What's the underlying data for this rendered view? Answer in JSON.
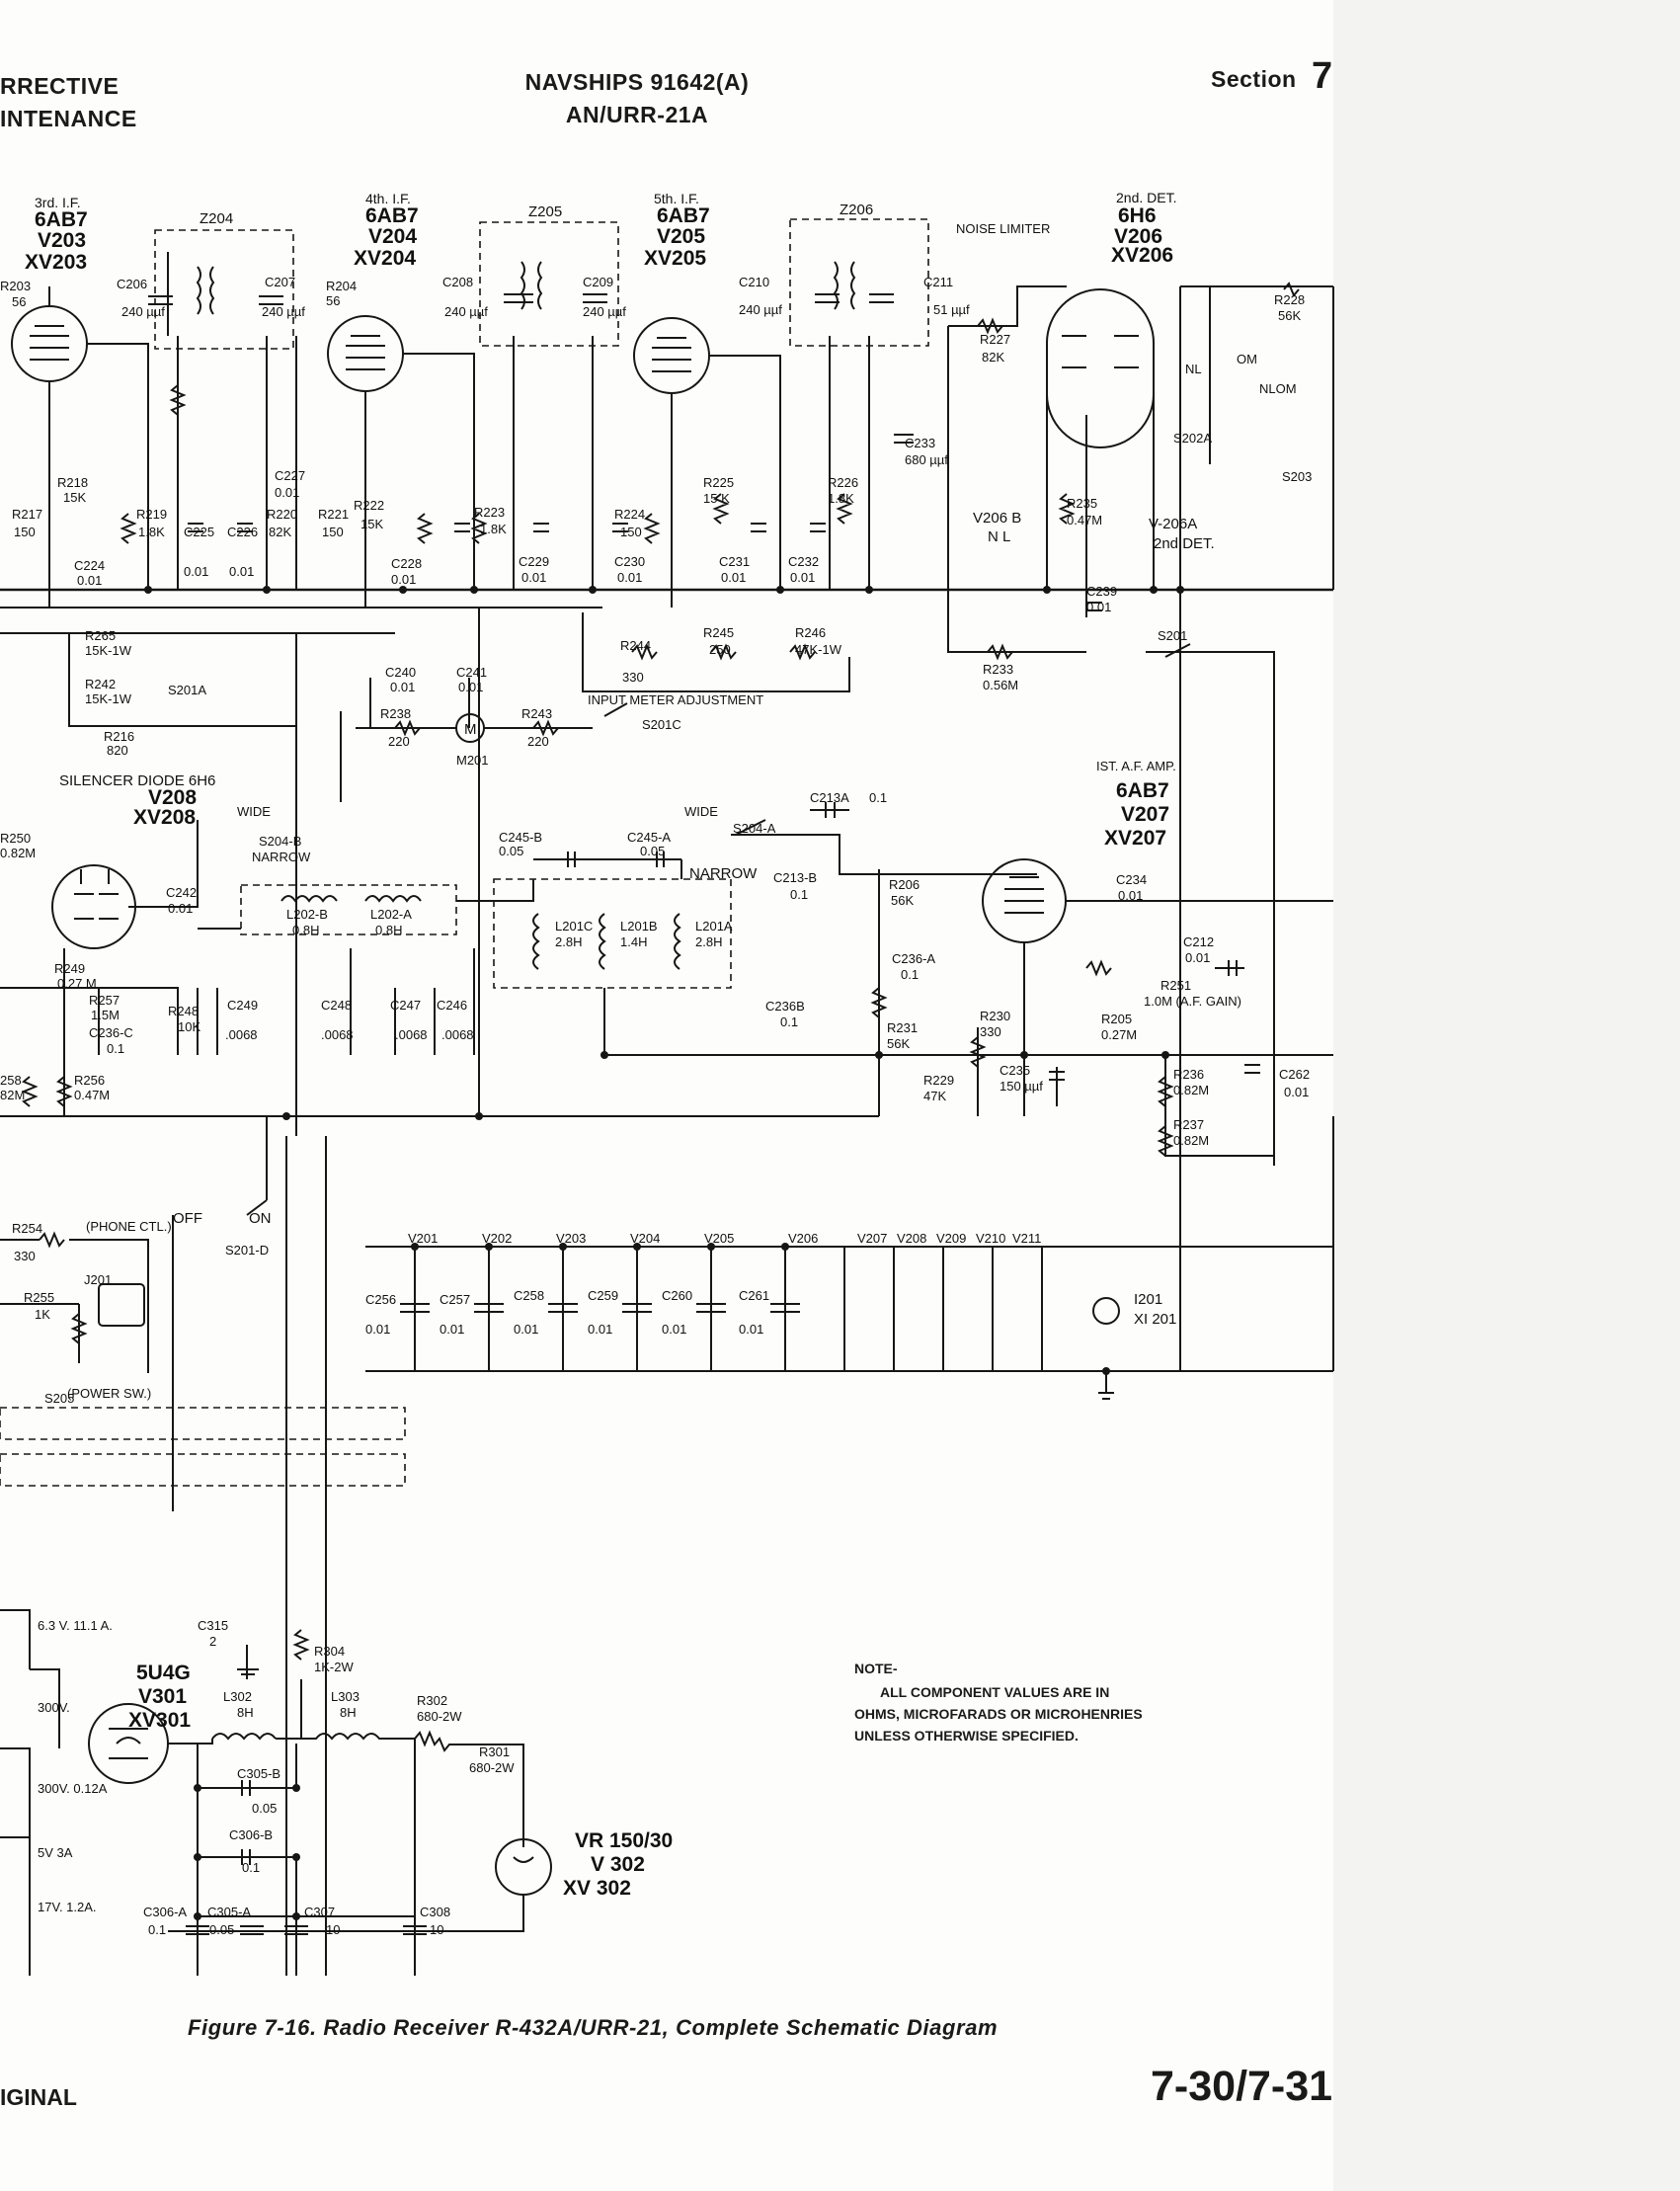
{
  "header": {
    "left_line1": "RRECTIVE",
    "left_line2": "INTENANCE",
    "center_line1": "NAVSHIPS 91642(A)",
    "center_line2": "AN/URR-21A",
    "section_label": "Section",
    "section_number": "7"
  },
  "footer": {
    "left": "IGINAL",
    "caption": "Figure 7-16. Radio Receiver R-432A/URR-21, Complete Schematic Diagram",
    "page_number": "7-30/7-31"
  },
  "note": {
    "title": "NOTE-",
    "lines": [
      "ALL COMPONENT VALUES ARE IN",
      "OHMS, MICROFARADS OR MICROHENRIES",
      "UNLESS OTHERWISE SPECIFIED."
    ]
  },
  "tubes": [
    {
      "stage": "3rd. I.F.",
      "type": "6AB7",
      "ref": "V203",
      "socket": "XV203"
    },
    {
      "stage": "4th. I.F.",
      "type": "6AB7",
      "ref": "V204",
      "socket": "XV204"
    },
    {
      "stage": "5th. I.F.",
      "type": "6AB7",
      "ref": "V205",
      "socket": "XV205"
    },
    {
      "stage": "2nd. DET.",
      "type": "6H6",
      "ref": "V206",
      "socket": "XV206"
    },
    {
      "stage": "SILENCER DIODE 6H6",
      "type": "",
      "ref": "V208",
      "socket": "XV208"
    },
    {
      "stage": "IST. A.F. AMP.",
      "type": "6AB7",
      "ref": "V207",
      "socket": "XV207"
    },
    {
      "stage": "",
      "type": "5U4G",
      "ref": "V301",
      "socket": "XV301"
    },
    {
      "stage": "",
      "type": "VR 150/30",
      "ref": "V 302",
      "socket": "XV 302"
    }
  ],
  "transformers": [
    "Z204",
    "Z205",
    "Z206"
  ],
  "labels": {
    "noise_limiter": "NOISE LIMITER",
    "input_meter": "INPUT METER ADJUSTMENT",
    "wide": "WIDE",
    "narrow": "NARROW",
    "off": "OFF",
    "on": "ON",
    "nl": "NL",
    "om": "OM",
    "nlom": "NLOM",
    "v206b": "V206 B",
    "v206b_nl": "N L",
    "v206a": "V-206A",
    "v206a_det": "2nd DET.",
    "phone_ctl": "(PHONE CTL.)",
    "power_sw": "(POWER SW.)",
    "heater_list": [
      "V201",
      "V202",
      "V203",
      "V204",
      "V205",
      "V206",
      "V207",
      "V208",
      "V209",
      "V210",
      "V211"
    ],
    "supply_taps": [
      "6.3 V. 11.1 A.",
      "300V.",
      "300V. 0.12A",
      "5V 3A",
      "17V. 1.2A."
    ],
    "pilot": "I201",
    "pilot_socket": "XI 201"
  },
  "components": {
    "R203": [
      "R203",
      "56"
    ],
    "R204": [
      "R204",
      "56"
    ],
    "R218": [
      "R218",
      "15K"
    ],
    "R217": [
      "R217",
      "150"
    ],
    "R219": [
      "R219",
      "1.8K"
    ],
    "R220": [
      "R220",
      "82K"
    ],
    "R221": [
      "R221",
      "150"
    ],
    "R222": [
      "R222",
      "15K"
    ],
    "R223": [
      "R223",
      "1.8K"
    ],
    "R224": [
      "R224",
      "150"
    ],
    "R225": [
      "R225",
      "15 K"
    ],
    "R226": [
      "R226",
      "1.8K"
    ],
    "R227": [
      "R227",
      "82K"
    ],
    "R228": [
      "R228",
      "56K"
    ],
    "R235": [
      "R235",
      "0.47M"
    ],
    "R233": [
      "R233",
      "0.56M"
    ],
    "R265": [
      "R265",
      "15K-1W"
    ],
    "R242": [
      "R242",
      "15K-1W"
    ],
    "R216": [
      "R216",
      "820"
    ],
    "R238": [
      "R238",
      "220"
    ],
    "R243": [
      "R243",
      "220"
    ],
    "R244": [
      "R244",
      "330"
    ],
    "R245": [
      "R245",
      "250"
    ],
    "R246": [
      "R246",
      "47K-1W"
    ],
    "R250": [
      "R250",
      "0.82M"
    ],
    "R249": [
      "R249",
      "0.27 M"
    ],
    "R257": [
      "R257",
      "1.5M"
    ],
    "R248": [
      "R248",
      "10K"
    ],
    "R256": [
      "R256",
      "0.47M"
    ],
    "R258": [
      "258",
      "82M"
    ],
    "R206": [
      "R206",
      "56K"
    ],
    "R231": [
      "R231",
      "56K"
    ],
    "R230": [
      "R230",
      "330"
    ],
    "R229": [
      "R229",
      "47K"
    ],
    "R205": [
      "R205",
      "0.27M"
    ],
    "R251": [
      "R251",
      "1.0M (A.F. GAIN)"
    ],
    "R236": [
      "R236",
      "0.82M"
    ],
    "R237": [
      "R237",
      "0.82M"
    ],
    "R254": [
      "R254",
      "330"
    ],
    "R255": [
      "R255",
      "1K"
    ],
    "R304": [
      "R304",
      "1K-2W"
    ],
    "R302": [
      "R302",
      "680-2W"
    ],
    "R301": [
      "R301",
      "680-2W"
    ],
    "C206": [
      "C206",
      "240 µµf"
    ],
    "C207": [
      "C207",
      "240 µµf"
    ],
    "C208": [
      "C208",
      "240 µµf"
    ],
    "C209": [
      "C209",
      "240 µµf"
    ],
    "C210": [
      "C210",
      "240 µµf"
    ],
    "C211": [
      "C211",
      "51 µµf"
    ],
    "C224": [
      "C224",
      "0.01"
    ],
    "C225": [
      "C225",
      "0.01"
    ],
    "C226": [
      "C226",
      "0.01"
    ],
    "C227": [
      "C227",
      "0.01"
    ],
    "C228": [
      "C228",
      "0.01"
    ],
    "C229": [
      "C229",
      "0.01"
    ],
    "C230": [
      "C230",
      "0.01"
    ],
    "C231": [
      "C231",
      "0.01"
    ],
    "C232": [
      "C232",
      "0.01"
    ],
    "C233": [
      "C233",
      "680 µµf"
    ],
    "C239": [
      "C239",
      "0.01"
    ],
    "C240": [
      "C240",
      "0.01"
    ],
    "C241": [
      "C241",
      "0.01"
    ],
    "C242": [
      "C242",
      "0.01"
    ],
    "C245B": [
      "C245-B",
      "0.05"
    ],
    "C245A": [
      "C245-A",
      "0.05"
    ],
    "C213A": [
      "C213A",
      "0.1"
    ],
    "C213B": [
      "C213-B",
      "0.1"
    ],
    "C234": [
      "C234",
      "0.01"
    ],
    "C212": [
      "C212",
      "0.01"
    ],
    "C236A": [
      "C236-A",
      "0.1"
    ],
    "C236B": [
      "C236B",
      "0.1"
    ],
    "C236C": [
      "C236-C",
      "0.1"
    ],
    "C249": [
      "C249",
      ".0068"
    ],
    "C248": [
      "C248",
      ".0068"
    ],
    "C247": [
      "C247",
      ".0068"
    ],
    "C246": [
      "C246",
      ".0068"
    ],
    "C235": [
      "C235",
      "150 µµf"
    ],
    "C262": [
      "C262",
      "0.01"
    ],
    "C256": [
      "C256",
      "0.01"
    ],
    "C257": [
      "C257",
      "0.01"
    ],
    "C258": [
      "C258",
      "0.01"
    ],
    "C259": [
      "C259",
      "0.01"
    ],
    "C260": [
      "C260",
      "0.01"
    ],
    "C261": [
      "C261",
      "0.01"
    ],
    "C315": [
      "C315",
      "2"
    ],
    "C305B": [
      "C305-B",
      "0.05"
    ],
    "C306B": [
      "C306-B",
      "0.1"
    ],
    "C306A": [
      "C306-A",
      "0.1"
    ],
    "C305A": [
      "C305-A",
      "0.05"
    ],
    "C307": [
      "C307",
      "10"
    ],
    "C308": [
      "C308",
      "10"
    ],
    "L202B": [
      "L202-B",
      "0.8H"
    ],
    "L202A": [
      "L202-A",
      "0.8H"
    ],
    "L201C": [
      "L201C",
      "2.8H"
    ],
    "L201B": [
      "L201B",
      "1.4H"
    ],
    "L201A": [
      "L201A",
      "2.8H"
    ],
    "L302": [
      "L302",
      "8H"
    ],
    "L303": [
      "L303",
      "8H"
    ],
    "S201A": "S201A",
    "S201B": "S201",
    "S201C": "S201C",
    "S201D": "S201-D",
    "S202A": "S202A",
    "S203": "S203",
    "S204A": "S204-A",
    "S204B": "S204-B",
    "S205": "S205",
    "M201": "M201",
    "J201": "J201"
  }
}
